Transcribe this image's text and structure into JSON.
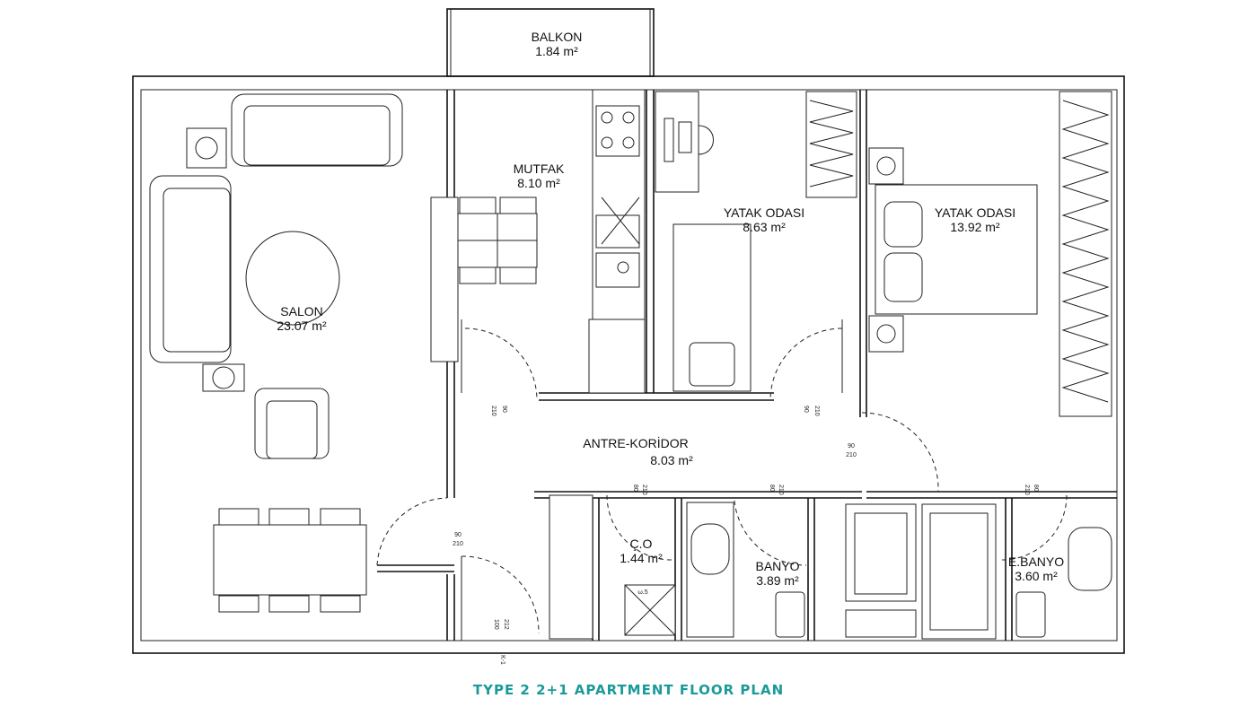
{
  "title": "TYPE 2 2+1 APARTMENT FLOOR PLAN",
  "colors": {
    "title": "#1a9a9a",
    "lines": "#111111"
  },
  "rooms": {
    "balkon": {
      "name": "BALKON",
      "area": "1.84  m²"
    },
    "mutfak": {
      "name": "MUTFAK",
      "area": "8.10 m²"
    },
    "salon": {
      "name": "SALON",
      "area": "23.07 m²"
    },
    "yatak1": {
      "name": "YATAK ODASI",
      "area": "8.63 m²"
    },
    "yatak2": {
      "name": "YATAK ODASI",
      "area": "13.92 m²"
    },
    "antre": {
      "name": "ANTRE-KORİDOR",
      "area": "8.03 m²"
    },
    "co": {
      "name": "Ç.O",
      "area": "1.44 m²"
    },
    "banyo": {
      "name": "BANYO",
      "area": "3.89 m²"
    },
    "ebanyo": {
      "name": "E.BANYO",
      "area": "3.60 m²"
    }
  },
  "door_dims": {
    "kitchen": [
      "90",
      "210"
    ],
    "bed1": [
      "90",
      "210"
    ],
    "bed2": [
      "90",
      "210"
    ],
    "co": [
      "80",
      "210"
    ],
    "banyo": [
      "80",
      "210"
    ],
    "ebanyo": [
      "80",
      "210"
    ],
    "salon": [
      "90",
      "210"
    ],
    "entry": [
      "100",
      "212"
    ],
    "entry_tag": "K-1"
  },
  "shower_tag": "ω.5"
}
